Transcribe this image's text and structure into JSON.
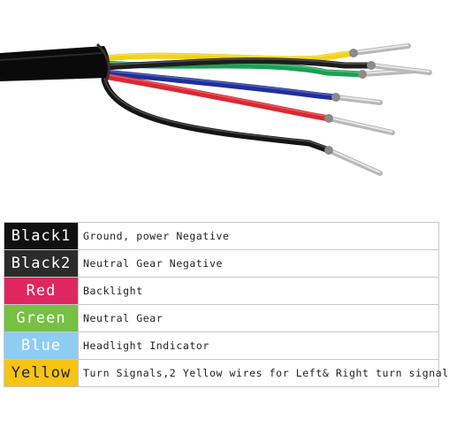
{
  "wires": [
    {
      "color_name": "Black1",
      "description": "Ground, power Negative",
      "swatch": "#111111",
      "text_color": "#ffffff"
    },
    {
      "color_name": "Black2",
      "description": "Neutral Gear Negative",
      "swatch": "#2b2b2b",
      "text_color": "#ffffff"
    },
    {
      "color_name": "Red",
      "description": "Backlight",
      "swatch": "#e0265e",
      "text_color": "#ffffff"
    },
    {
      "color_name": "Green",
      "description": "Neutral Gear",
      "swatch": "#77c043",
      "text_color": "#ffffff"
    },
    {
      "color_name": "Blue",
      "description": "Headlight Indicator",
      "swatch": "#8ecdf2",
      "text_color": "#ffffff"
    },
    {
      "color_name": "Yellow",
      "description": "Turn Signals,2 Yellow wires for Left& Right turn signal",
      "swatch": "#f6c411",
      "text_color": "#222222"
    }
  ],
  "photo": {
    "wire_colors": [
      "#f1d21a",
      "#1aa052",
      "#1d1d1d",
      "#1f2f9c",
      "#d92832",
      "#151515"
    ]
  }
}
